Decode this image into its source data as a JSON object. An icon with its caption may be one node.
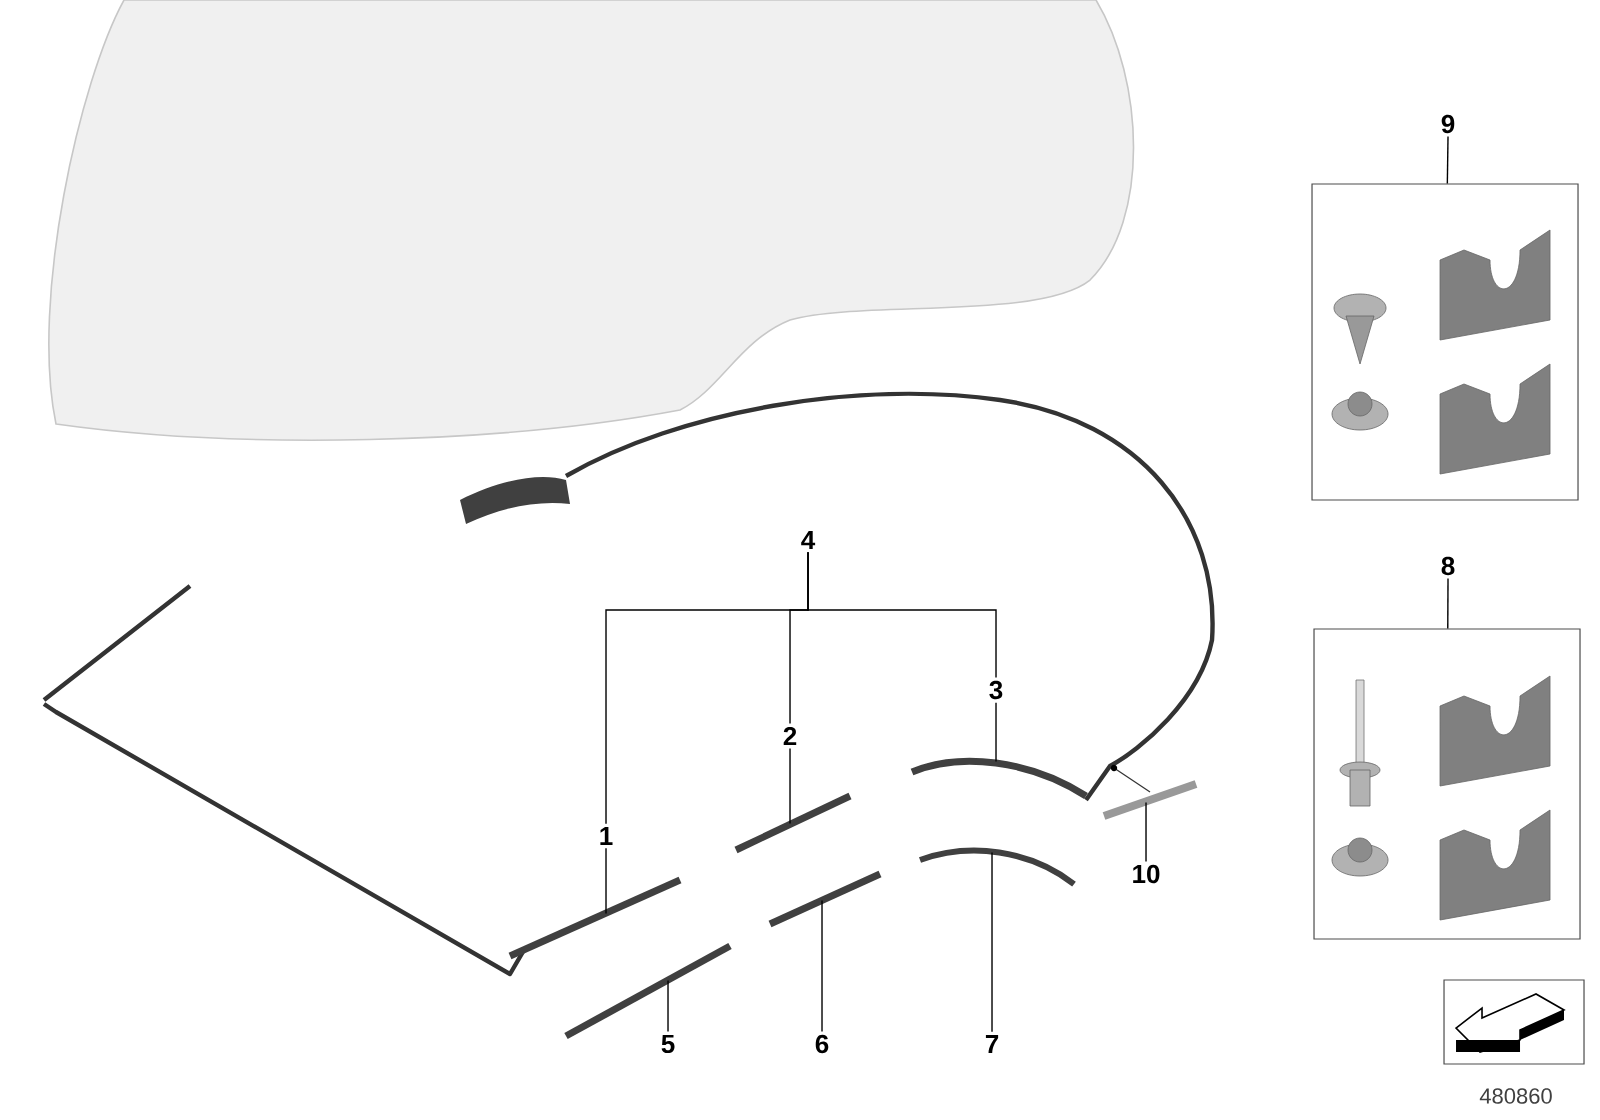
{
  "diagram": {
    "nodes": [
      {
        "text": [
          "4"
        ]
      },
      {
        "text": [
          "1"
        ]
      },
      {
        "text": [
          "2"
        ]
      },
      {
        "text": [
          "3"
        ]
      },
      {
        "text": [
          "9"
        ]
      },
      {
        "text": [],
        "shape": "box"
      },
      {
        "text": [
          "8"
        ]
      },
      {
        "text": [],
        "shape": "box"
      },
      {
        "text": [
          "10"
        ]
      },
      {
        "text": [
          "5"
        ]
      },
      {
        "text": [
          "6"
        ]
      },
      {
        "text": [
          "7"
        ]
      },
      {
        "text": [],
        "shape": "bar"
      },
      {
        "text": [],
        "shape": "bar"
      },
      {
        "text": [],
        "shape": "bar"
      },
      {
        "text": [],
        "shape": "bar"
      },
      {
        "text": [],
        "shape": "bar"
      },
      {
        "text": [],
        "shape": "bar"
      },
      {
        "text": [],
        "shape": "bar"
      }
    ],
    "edges": [
      {
        "from": 0,
        "to": 1,
        "arrow": "none"
      },
      {
        "from": 0,
        "to": 2,
        "arrow": "none"
      },
      {
        "from": 0,
        "to": 3,
        "arrow": "none"
      },
      {
        "from": 1,
        "to": 12,
        "arrow": "none"
      },
      {
        "from": 2,
        "to": 13,
        "arrow": "none"
      },
      {
        "from": 3,
        "to": 14,
        "arrow": "none"
      },
      {
        "from": 4,
        "to": 5,
        "arrow": "none"
      },
      {
        "from": 6,
        "to": 7,
        "arrow": "none"
      },
      {
        "from": 8,
        "to": 15,
        "arrow": "none"
      },
      {
        "from": 9,
        "to": 16,
        "arrow": "none"
      },
      {
        "from": 10,
        "to": 17,
        "arrow": "none"
      },
      {
        "from": 11,
        "to": 18,
        "arrow": "none"
      }
    ],
    "labels": [
      "480860"
    ]
  }
}
